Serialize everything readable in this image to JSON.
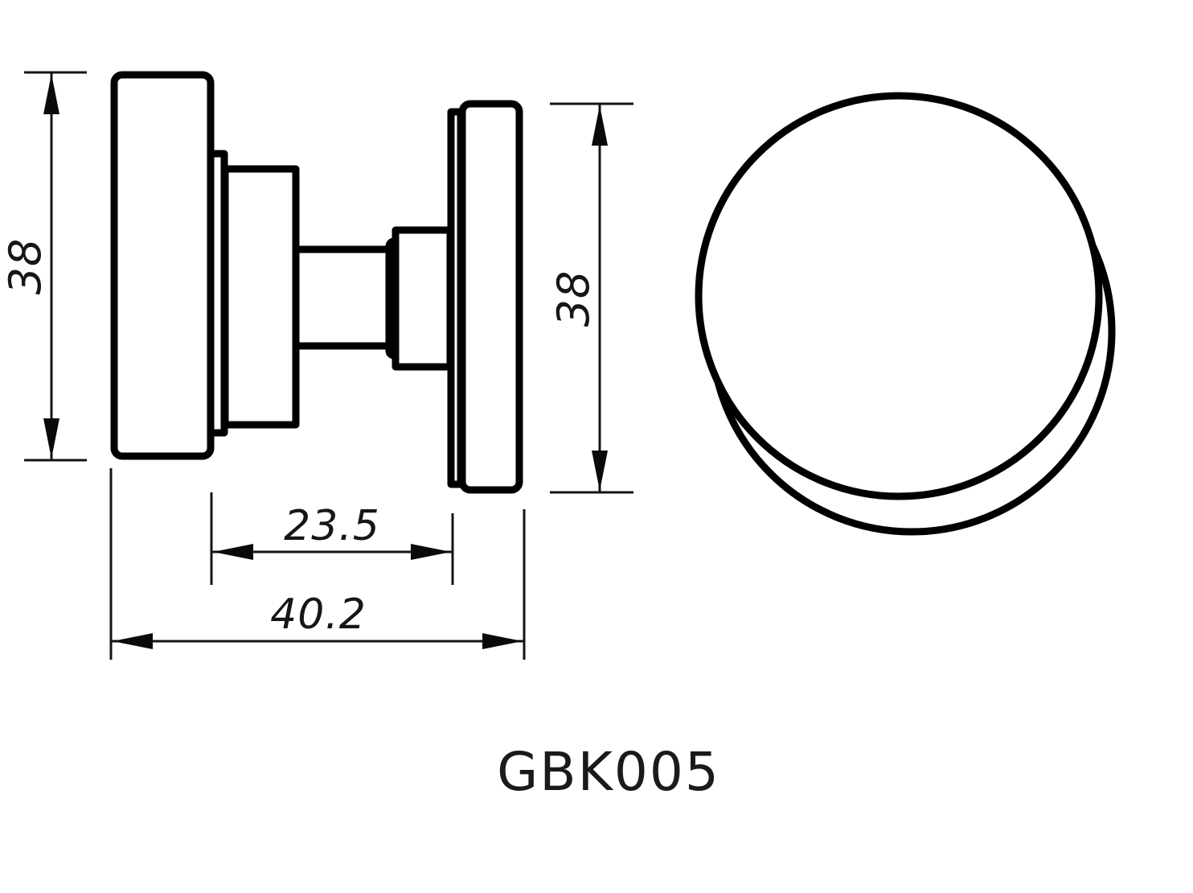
{
  "drawing": {
    "part_number": "GBK005",
    "dimensions": {
      "face_diameter": "38",
      "base_diameter": "38",
      "neck_depth": "23.5",
      "overall_depth": "40.2"
    },
    "colors": {
      "line": "#000000",
      "dim_line": "#141414",
      "text": "#161616",
      "part_number_text": "#1a1a1a",
      "background": "#ffffff"
    }
  }
}
